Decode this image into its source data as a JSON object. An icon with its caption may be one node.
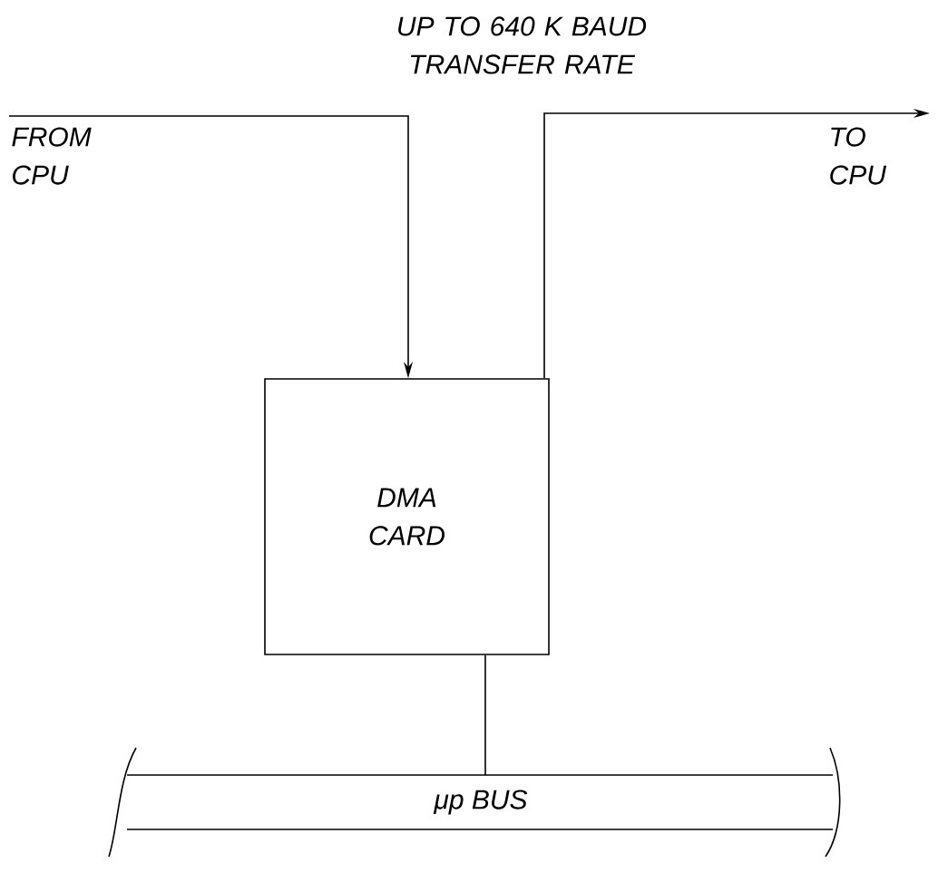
{
  "diagram": {
    "nodes": [
      {
        "text": [
          "FROM CPU"
        ]
      },
      {
        "text": [
          "TO CPU"
        ]
      },
      {
        "text": [
          "DMA CARD"
        ]
      },
      {
        "text": [
          "μp BUS"
        ]
      }
    ],
    "edges": [
      {
        "from": 0,
        "to": 2,
        "arrow": "to"
      },
      {
        "from": 2,
        "to": 1,
        "arrow": "to"
      },
      {
        "from": 2,
        "to": 3,
        "arrow": "none"
      }
    ],
    "labels": [
      "UP TO 640 K BAUD TRANSFER RATE"
    ]
  }
}
